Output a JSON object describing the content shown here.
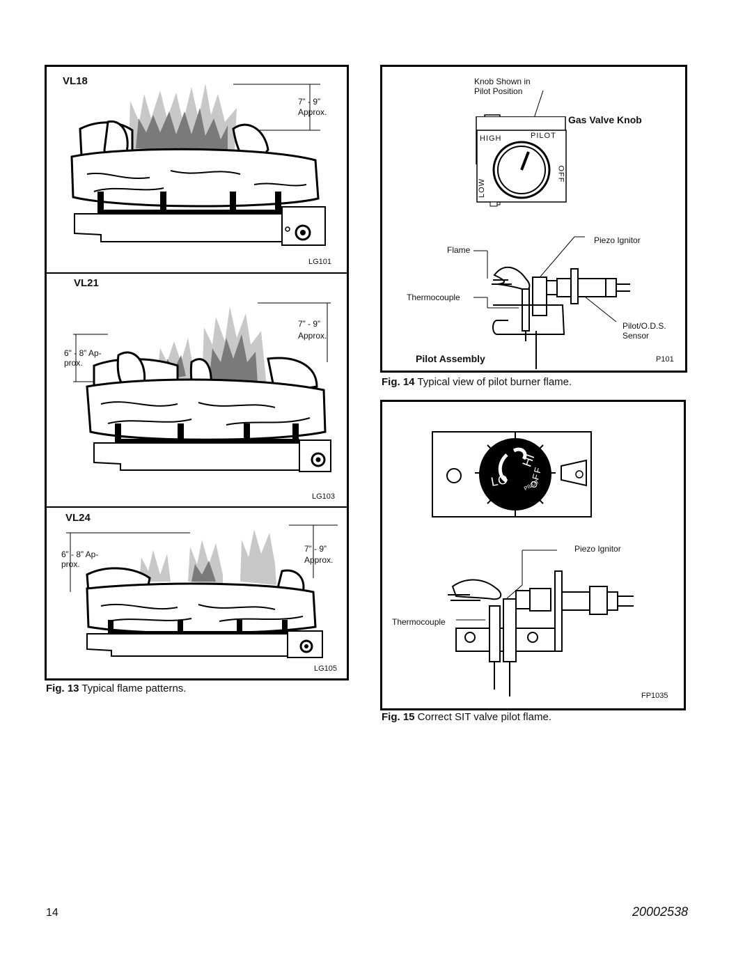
{
  "fig13": {
    "panels": [
      {
        "title": "VL18",
        "height_label": "7” - 9”",
        "approx": "Approx.",
        "code": "LG101"
      },
      {
        "title": "VL21",
        "height_label": "7” - 9”",
        "approx": "Approx.",
        "depth_label_1": "6\" - 8” Ap-",
        "depth_label_2": "prox.",
        "code": "LG103"
      },
      {
        "title": "VL24",
        "height_label": "7” - 9”",
        "approx": "Approx.",
        "depth_label_1": "6” - 8” Ap-",
        "depth_label_2": "prox.",
        "code": "LG105"
      }
    ],
    "caption_label": "Fig. 13",
    "caption_text": " Typical flame patterns."
  },
  "fig14": {
    "knob_shown_1": "Knob Shown in",
    "knob_shown_2": "Pilot Position",
    "gas_valve_knob": "Gas Valve Knob",
    "dial_high": "HIGH",
    "dial_pilot": "PILOT",
    "dial_low": "LOW",
    "dial_off": "OFF",
    "piezo": "Piezo Ignitor",
    "flame": "Flame",
    "thermocouple": "Thermocouple",
    "pilot_ods_1": "Pilot/O.D.S.",
    "pilot_ods_2": "Sensor",
    "pilot_assembly": "Pilot Assembly",
    "code": "P101",
    "caption_label": "Fig. 14",
    "caption_text": " Typical view of pilot burner flame."
  },
  "fig15": {
    "dial_hi": "HI",
    "dial_lo": "LO",
    "dial_off": "OFF",
    "dial_pilot": "PILOT",
    "piezo": "Piezo Ignitor",
    "thermocouple": "Thermocouple",
    "code": "FP1035",
    "caption_label": "Fig. 15",
    "caption_text": " Correct SIT valve pilot flame."
  },
  "footer": {
    "page_number": "14",
    "doc_number": "20002538"
  }
}
